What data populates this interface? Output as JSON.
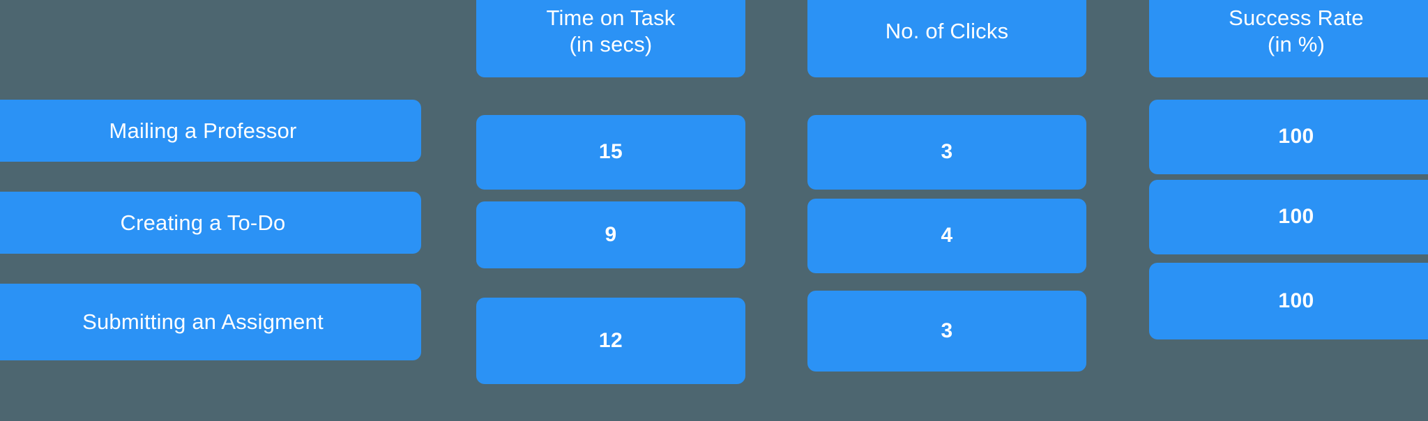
{
  "table": {
    "columns": [
      {
        "key": "task",
        "label": "",
        "label_line2": ""
      },
      {
        "key": "time",
        "label": "Time on Task",
        "label_line2": "(in secs)"
      },
      {
        "key": "clicks",
        "label": "No. of Clicks",
        "label_line2": ""
      },
      {
        "key": "success",
        "label": "Success Rate",
        "label_line2": "(in %)"
      }
    ],
    "rows": [
      {
        "task": "Mailing a Professor",
        "time": "15",
        "clicks": "3",
        "success": "100"
      },
      {
        "task": "Creating a To-Do",
        "time": "9",
        "clicks": "4",
        "success": "100"
      },
      {
        "task": "Submitting an Assigment",
        "time": "12",
        "clicks": "3",
        "success": "100"
      }
    ]
  },
  "chart_data": {
    "type": "table",
    "title": "",
    "categories": [
      "Mailing a Professor",
      "Creating a To-Do",
      "Submitting an Assigment"
    ],
    "series": [
      {
        "name": "Time on Task (in secs)",
        "values": [
          15,
          9,
          12
        ]
      },
      {
        "name": "No. of Clicks",
        "values": [
          3,
          4,
          3
        ]
      },
      {
        "name": "Success Rate (in %)",
        "values": [
          100,
          100,
          100
        ]
      }
    ],
    "xlabel": "",
    "ylabel": "",
    "grid": false,
    "legend": "none"
  },
  "theme": {
    "background": "#4d6670",
    "card": "#2b92f5",
    "text": "#ffffff"
  }
}
